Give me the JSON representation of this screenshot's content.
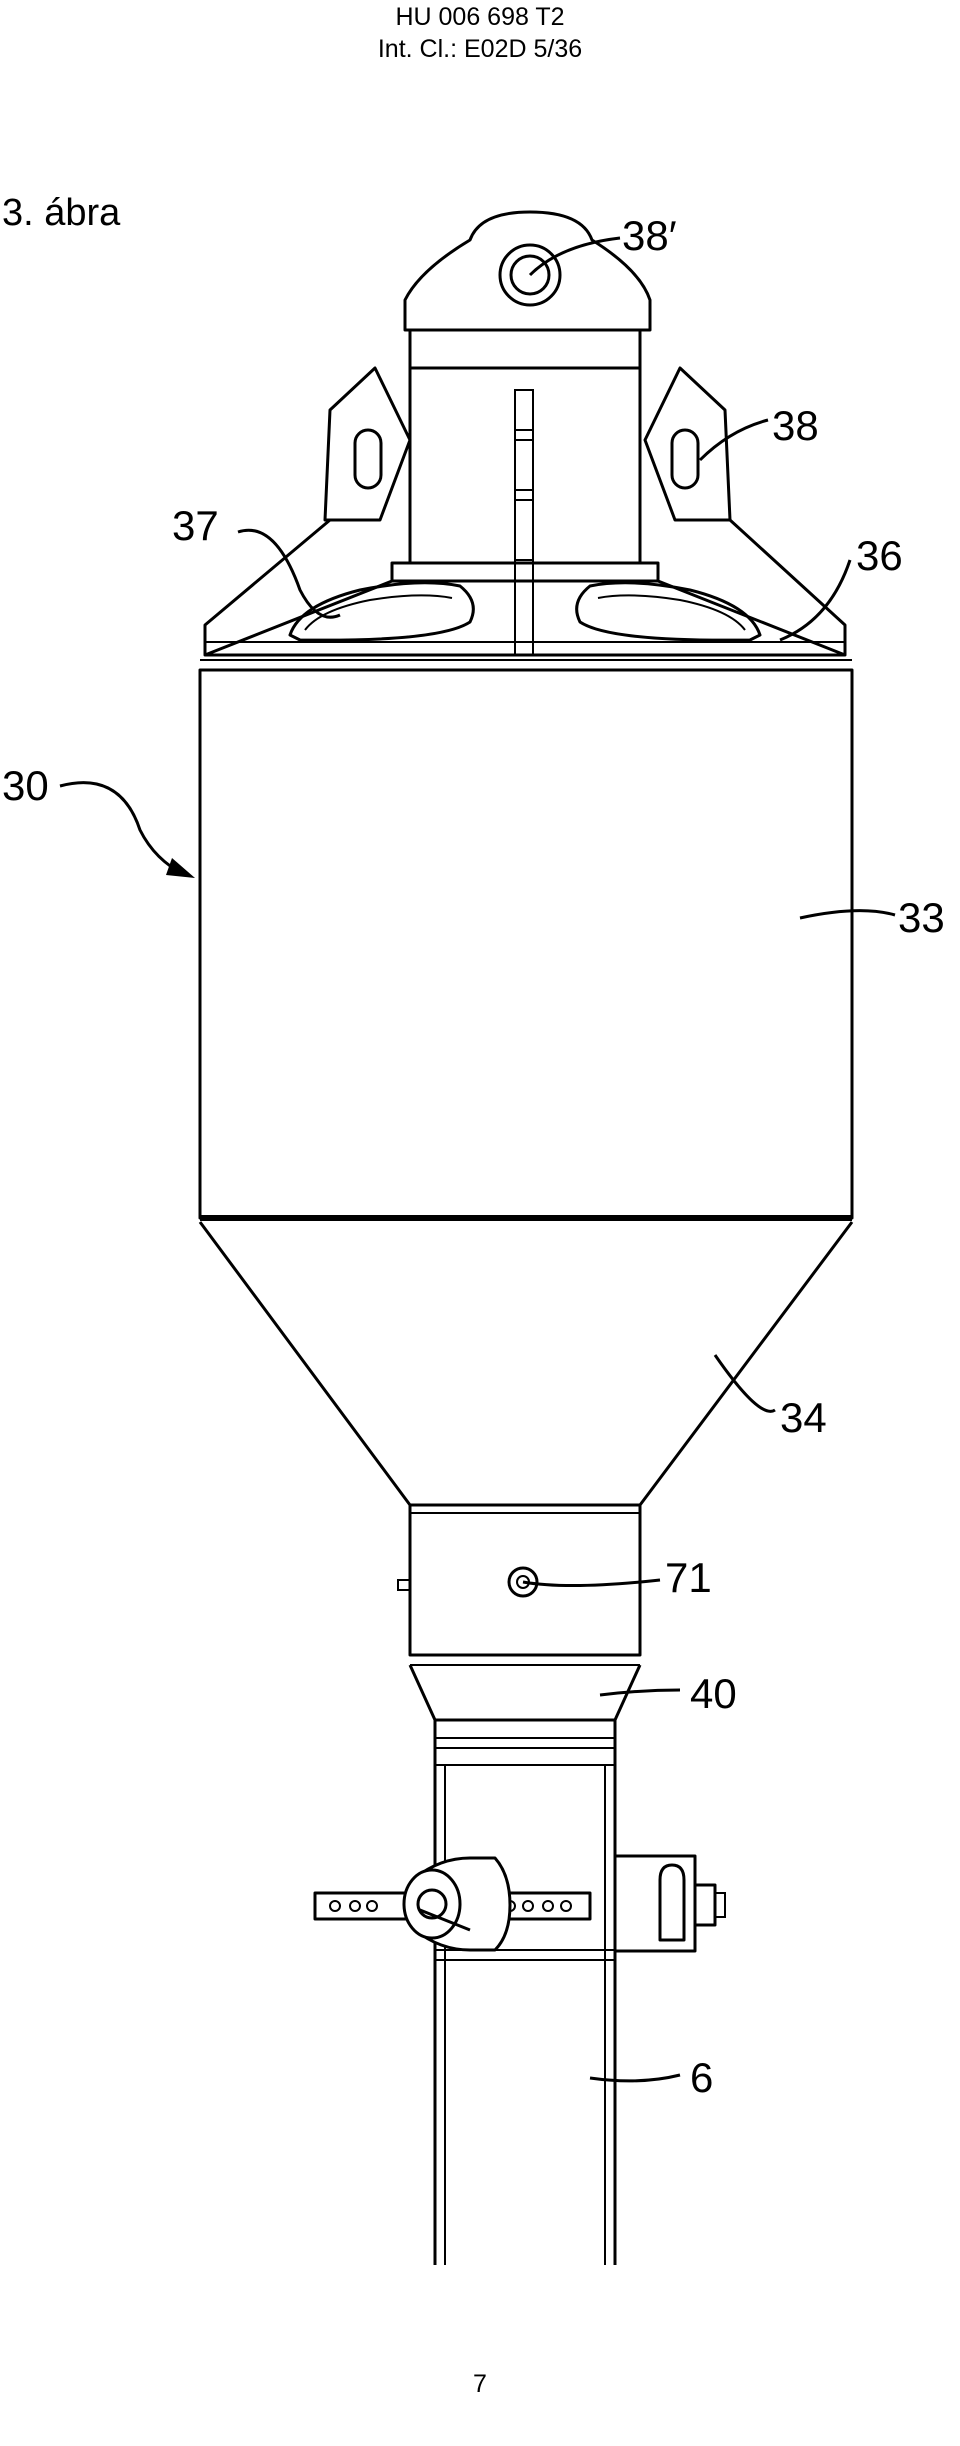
{
  "header": {
    "doc_number": "HU 006 698 T2",
    "classification": "Int. Cl.: E02D 5/36"
  },
  "figure": {
    "title": "3. ábra",
    "labels": {
      "l38p": "38′",
      "l38": "38",
      "l37": "37",
      "l36": "36",
      "l30": "30",
      "l33": "33",
      "l34": "34",
      "l71": "71",
      "l40": "40",
      "l6": "6"
    }
  },
  "footer": {
    "page_number": "7"
  }
}
